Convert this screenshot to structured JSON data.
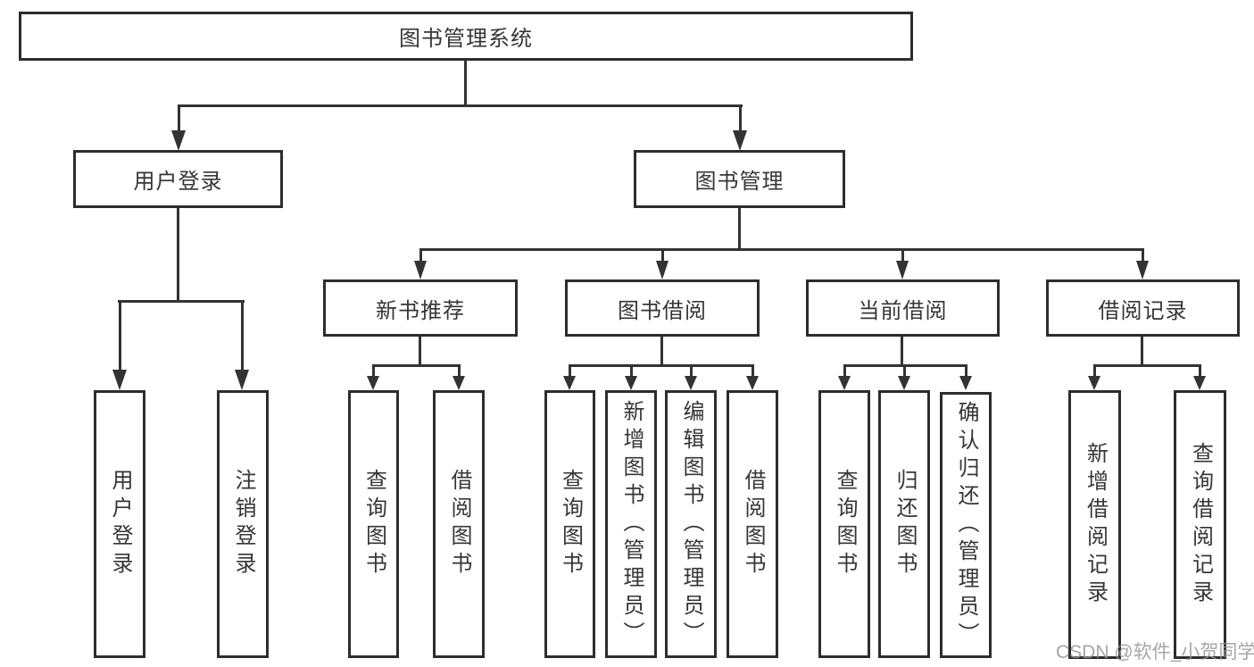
{
  "diagram": {
    "root": {
      "label": "图书管理系统"
    },
    "level2": [
      {
        "label": "用户登录"
      },
      {
        "label": "图书管理"
      }
    ],
    "level3": [
      {
        "label": "新书推荐"
      },
      {
        "label": "图书借阅"
      },
      {
        "label": "当前借阅"
      },
      {
        "label": "借阅记录"
      }
    ],
    "leaves": [
      {
        "label": "用户登录"
      },
      {
        "label": "注销登录"
      },
      {
        "label": "查询图书"
      },
      {
        "label": "借阅图书"
      },
      {
        "label": "查询图书"
      },
      {
        "label": "新增图书（管理员）"
      },
      {
        "label": "编辑图书（管理员）"
      },
      {
        "label": "借阅图书"
      },
      {
        "label": "查询图书"
      },
      {
        "label": "归还图书"
      },
      {
        "label": "确认归还（管理员）"
      },
      {
        "label": "新增借阅记录"
      },
      {
        "label": "查询借阅记录"
      }
    ],
    "watermark": "CSDN @软件_小贺同学",
    "colors": {
      "line": "#333333",
      "box_border": "#2d2d2d",
      "text": "#363636",
      "watermark": "#969696",
      "background": "#ffffff"
    }
  }
}
